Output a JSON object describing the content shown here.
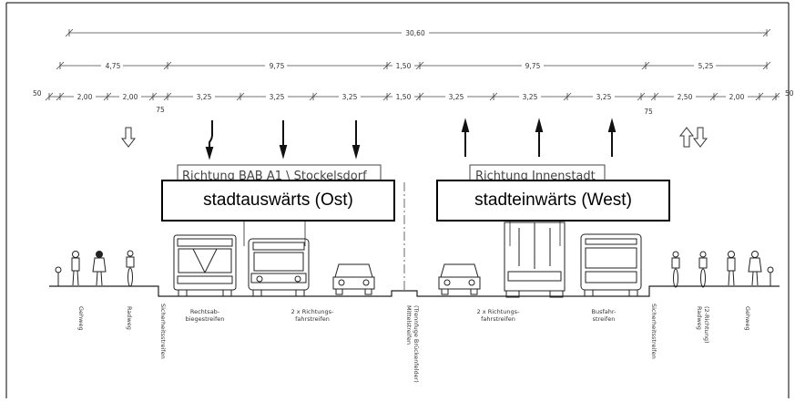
{
  "dimensions": {
    "overall": "30,60",
    "row2": [
      "4,75",
      "9,75",
      "1,50",
      "9,75",
      "5,25"
    ],
    "row3": [
      "2,00",
      "2,00",
      "3,25",
      "3,25",
      "3,25",
      "1,50",
      "3,25",
      "3,25",
      "3,25",
      "2,50",
      "2,00"
    ],
    "left_edge": "50",
    "right_edge": "50",
    "left_minor": "75",
    "right_minor": "75"
  },
  "signs": {
    "left": "Richtung BAB A1 \\ Stockelsdorf",
    "right": "Richtung Innenstadt"
  },
  "callouts": {
    "left": "stadtauswärts (Ost)",
    "right": "stadteinwärts (West)"
  },
  "labels": {
    "gehweg_left": "Gehweg",
    "radweg_left": "Radweg",
    "sicherheit_left": "Sicherheitsstreifen",
    "rechtsab_1": "Rechtsab-",
    "rechtsab_2": "biegestreifen",
    "richtung_left_1": "2 x Richtungs-",
    "richtung_left_2": "fahrstreifen",
    "mittel_1": "Mittelstreifen",
    "mittel_2": "(Trennfuge Brückenfelder)",
    "richtung_right_1": "2 x Richtungs-",
    "richtung_right_2": "fahrstreifen",
    "bus_1": "Busfahr-",
    "bus_2": "streifen",
    "sicherheit_right": "Sicherheitsstreifen",
    "radweg_right_1": "Radweg",
    "radweg_right_2": "(2-Richtung)",
    "gehweg_right": "Gehweg"
  }
}
